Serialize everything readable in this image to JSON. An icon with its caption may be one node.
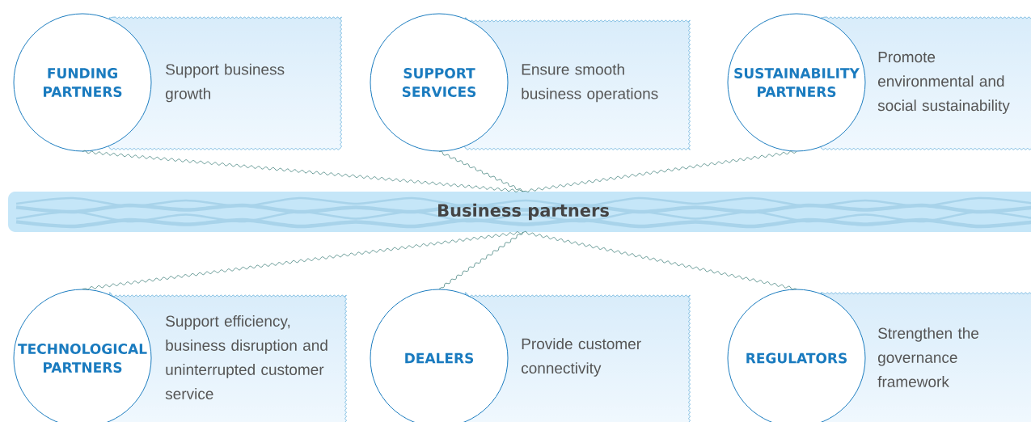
{
  "diagram": {
    "nodes": [
      {
        "text": [
          "FUNDING PARTNERS"
        ]
      },
      {
        "text": [
          "Support business growth"
        ]
      },
      {
        "text": [
          "SUPPORT SERVICES"
        ]
      },
      {
        "text": [
          "Ensure smooth business operations"
        ]
      },
      {
        "text": [
          "SUSTAINABILITY PARTNERS"
        ]
      },
      {
        "text": [
          "Promote environmental and social sustainability"
        ]
      },
      {
        "text": [
          "Business partners"
        ]
      },
      {
        "text": [
          "TECHNOLOGICAL PARTNERS"
        ]
      },
      {
        "text": [
          "Support efficiency, business disruption and uninterrupted customer service"
        ]
      },
      {
        "text": [
          "DEALERS"
        ]
      },
      {
        "text": [
          "Provide customer connectivity"
        ]
      },
      {
        "text": [
          "REGULATORS"
        ]
      },
      {
        "text": [
          "Strengthen the governance framework"
        ]
      }
    ],
    "edges": [
      {
        "from": 0,
        "to": 6,
        "arrow": "none"
      },
      {
        "from": 2,
        "to": 6,
        "arrow": "none"
      },
      {
        "from": 4,
        "to": 6,
        "arrow": "none"
      },
      {
        "from": 6,
        "to": 7,
        "arrow": "none"
      },
      {
        "from": 6,
        "to": 9,
        "arrow": "none"
      },
      {
        "from": 6,
        "to": 11,
        "arrow": "none"
      }
    ]
  }
}
